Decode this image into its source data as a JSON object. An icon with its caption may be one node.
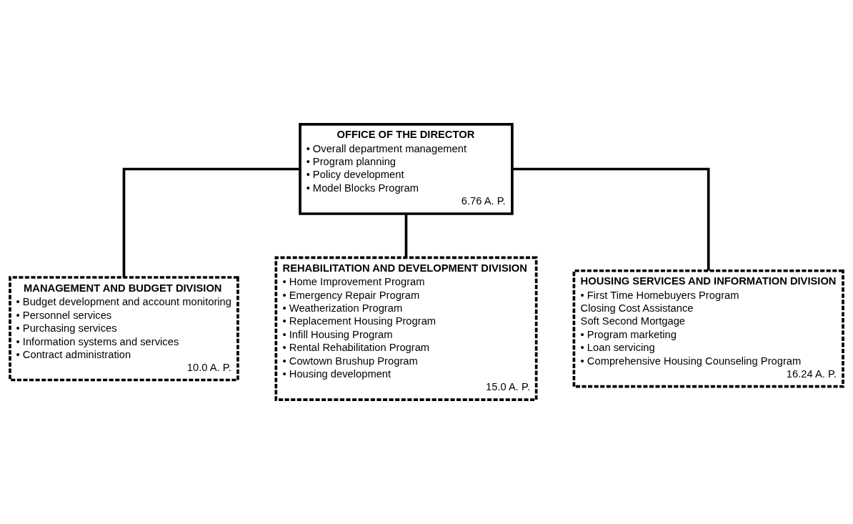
{
  "diagram": {
    "nodes": [
      {
        "text": [
          "OFFICE OF THE DIRECTOR",
          "• Overall department management",
          "• Program planning",
          "• Policy development",
          "• Model Blocks Program",
          "6.76 A. P."
        ]
      },
      {
        "text": [
          "MANAGEMENT AND BUDGET DIVISION",
          "• Budget development and account monitoring",
          "• Personnel services",
          "• Purchasing services",
          "• Information systems and services",
          "• Contract administration",
          "10.0 A. P."
        ]
      },
      {
        "text": [
          "REHABILITATION AND DEVELOPMENT DIVISION",
          "• Home Improvement Program",
          "• Emergency Repair Program",
          "• Weatherization Program",
          "• Replacement Housing Program",
          "• Infill Housing Program",
          "• Rental Rehabilitation Program",
          "• Cowtown Brushup Program",
          "• Housing development",
          "15.0 A. P."
        ]
      },
      {
        "text": [
          "HOUSING SERVICES AND INFORMATION DIVISION",
          "• First Time Homebuyers Program",
          "Closing Cost Assistance",
          "Soft Second Mortgage",
          "• Program marketing",
          "• Loan servicing",
          "• Comprehensive Housing Counseling Program",
          "16.24 A. P."
        ]
      }
    ],
    "edges": [
      {
        "from": 0,
        "to": 1,
        "arrow": "none"
      },
      {
        "from": 0,
        "to": 2,
        "arrow": "none"
      },
      {
        "from": 0,
        "to": 3,
        "arrow": "none"
      }
    ]
  }
}
